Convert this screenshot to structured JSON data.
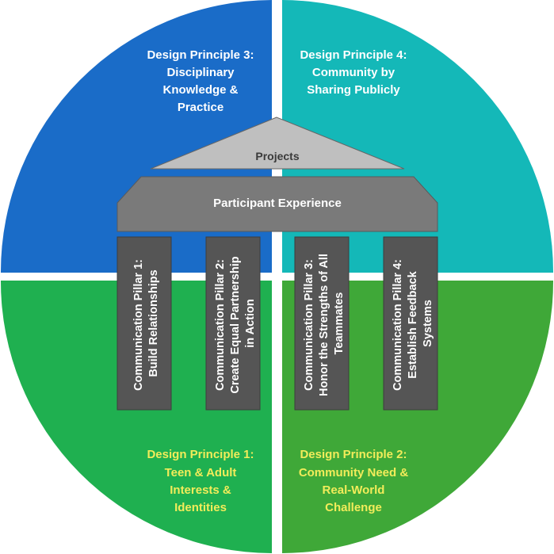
{
  "colors": {
    "quadrant_top_left": "#1a6cc8",
    "quadrant_top_right": "#14b8b8",
    "quadrant_bottom_left": "#1fb050",
    "quadrant_bottom_right": "#3fa838",
    "roof": "#bfbfbf",
    "band": "#7a7a7a",
    "pillar": "#555555",
    "text_blue_quadrant": "#ffffff",
    "text_teal_quadrant": "#ffffff",
    "text_green_quadrant": "#f2ec5a"
  },
  "design_principles": {
    "dp3": {
      "title": "Design Principle 3:",
      "line2": "Disciplinary",
      "line3": "Knowledge &",
      "line4": "Practice"
    },
    "dp4": {
      "title": "Design Principle 4:",
      "line2": "Community by",
      "line3": "Sharing Publicly"
    },
    "dp1": {
      "title": "Design Principle 1:",
      "line2": "Teen & Adult",
      "line3": "Interests &",
      "line4": "Identities"
    },
    "dp2": {
      "title": "Design Principle 2:",
      "line2": "Community Need &",
      "line3": "Real-World",
      "line4": "Challenge"
    }
  },
  "roof_label": "Projects",
  "band_label": "Participant Experience",
  "pillars": [
    {
      "line1": "Communication Pillar 1:",
      "line2": "Build Relationships"
    },
    {
      "line1": "Communication Pillar 2:",
      "line2": "Create Equal Partnership",
      "line3": "in Action"
    },
    {
      "line1": "Communication Pillar 3:",
      "line2": "Honor the Strengths of All",
      "line3": "Teammates"
    },
    {
      "line1": "Communication Pillar 4:",
      "line2": "Establish Feedback",
      "line3": "Systems"
    }
  ]
}
